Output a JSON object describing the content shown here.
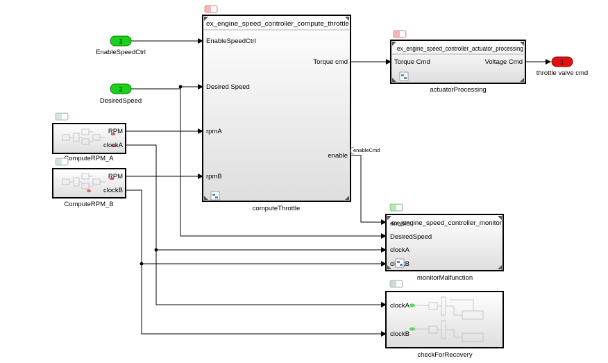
{
  "colors": {
    "inport": "#19d219",
    "outport": "#e01010",
    "line": "#000000",
    "block_fill": "#eeeeee",
    "badge_red": "#f6b4b4",
    "badge_green": "#b8e8b8",
    "badge_gray": "#cfd8d8"
  },
  "inports": {
    "p1": {
      "num": "1",
      "name": "EnableSpeedCtrl"
    },
    "p2": {
      "num": "2",
      "name": "DesiredSpeed"
    }
  },
  "outport": {
    "num": "1",
    "name": "throttle valve cmd"
  },
  "compute_throttle": {
    "header": "ex_engine_speed_controller_compute_throttle",
    "name": "computeThrottle",
    "in_ports": [
      "EnableSpeedCtrl",
      "Desired Speed",
      "rpmA",
      "rpmB"
    ],
    "out_ports": [
      "Torque cmd",
      "enable"
    ],
    "signal_label": "enableCmd"
  },
  "actuator": {
    "header": "ex_engine_speed_controller_actuator_processing",
    "name": "actuatorProcessing",
    "in_port": "Torque Cmd",
    "out_port": "Voltage Cmd"
  },
  "monitor": {
    "header": "ex_engine_speed_controller_monitor",
    "name": "monitorMalfunction",
    "in_ports": [
      "enable",
      "DesiredSpeed",
      "clockA",
      "clockB"
    ]
  },
  "check": {
    "name": "checkForRecovery",
    "in_ports": [
      "clockA",
      "clockB"
    ]
  },
  "rpm_a": {
    "name": "ComputeRPM_A",
    "out_ports": [
      "RPM",
      "clockA"
    ]
  },
  "rpm_b": {
    "name": "ComputeRPM_B",
    "out_ports": [
      "RPM",
      "clockB"
    ]
  }
}
